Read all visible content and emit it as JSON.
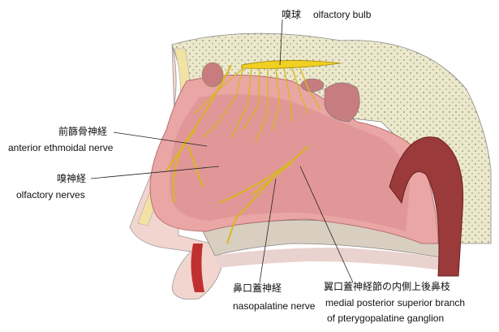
{
  "labels": {
    "olfactory_bulb": {
      "ja": "嗅球",
      "en": "olfactory bulb"
    },
    "anterior_ethmoidal": {
      "ja": "前篩骨神経",
      "en": "anterior ethmoidal nerve"
    },
    "olfactory_nerves": {
      "ja": "嗅神経",
      "en": "olfactory nerves"
    },
    "nasopalatine": {
      "ja": "鼻口蓋神経",
      "en": "nasopalatine nerve"
    },
    "medial_posterior": {
      "ja": "翼口蓋神経節の内側上後鼻枝",
      "en_line1": "medial posterior superior branch",
      "en_line2": "of pterygopalatine ganglion"
    }
  },
  "colors": {
    "mucosa": "#e8a3a3",
    "nerve": "#e8c832",
    "bone": "#ece6c8",
    "skin": "#f4d2cc",
    "leader": "#222222"
  }
}
